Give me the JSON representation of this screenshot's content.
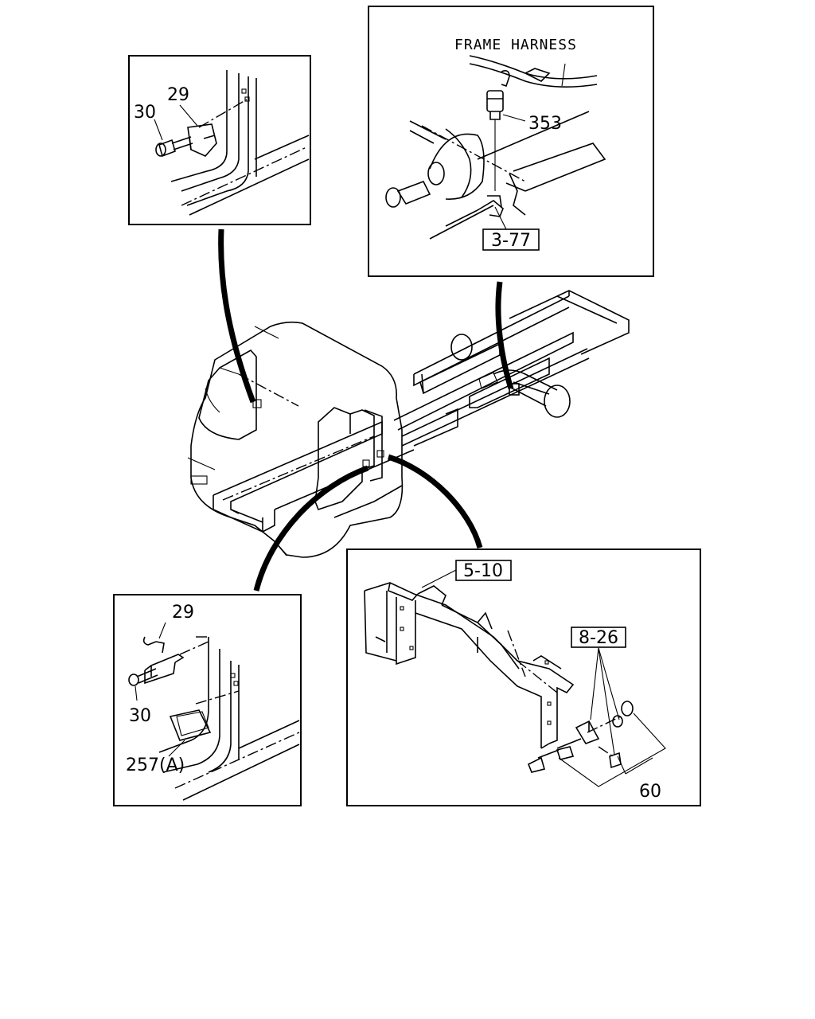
{
  "labels": {
    "top_left": {
      "part_29": "29",
      "part_30": "30"
    },
    "top_right": {
      "frame_harness": "FRAME HARNESS",
      "part_353": "353",
      "ref_3_77": "3-77"
    },
    "bottom_left": {
      "part_29": "29",
      "part_30": "30",
      "part_257a": "257(A)"
    },
    "bottom_right": {
      "ref_5_10": "5-10",
      "ref_8_26": "8-26",
      "part_60": "60"
    }
  }
}
